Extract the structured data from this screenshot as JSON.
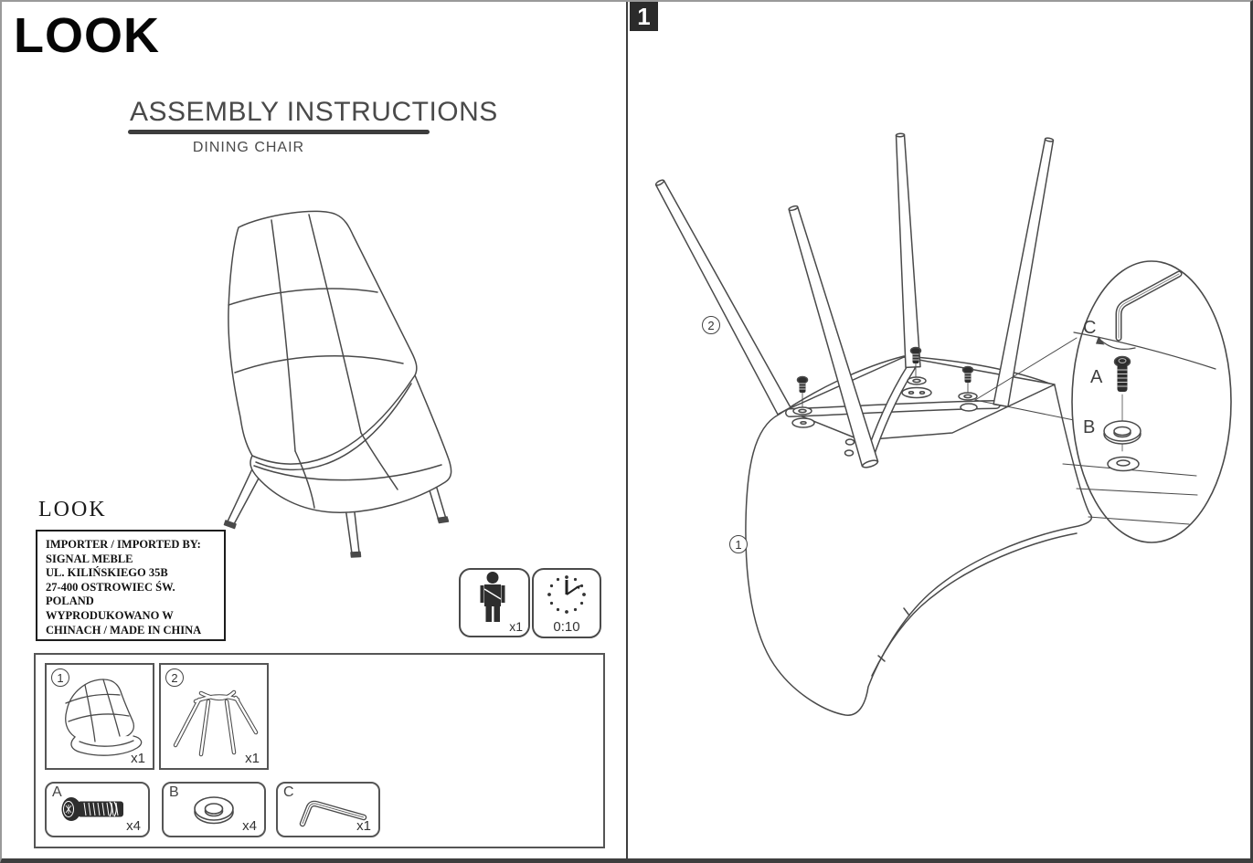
{
  "left_page": {
    "logo": "LOOK",
    "title": "ASSEMBLY INSTRUCTIONS",
    "subtitle": "DINING CHAIR",
    "brand_mark": "LOOK",
    "importer": {
      "lines": [
        "IMPORTER / IMPORTED BY:",
        "SIGNAL MEBLE",
        "UL. KILIŃSKIEGO 35B",
        "27-400 OSTROWIEC ŚW.",
        "POLAND",
        "WYPRODUKOWANO W",
        "CHINACH / MADE IN CHINA"
      ]
    },
    "person_badge": {
      "qty": "x1"
    },
    "time_badge": {
      "duration": "0:10"
    },
    "part1": {
      "num": "1",
      "qty": "x1"
    },
    "part2": {
      "num": "2",
      "qty": "x1"
    },
    "hw_a": {
      "id": "A",
      "qty": "x4"
    },
    "hw_b": {
      "id": "B",
      "qty": "x4"
    },
    "hw_c": {
      "id": "C",
      "qty": "x1"
    }
  },
  "right_page": {
    "step": "1",
    "label_part1": "1",
    "label_part2": "2",
    "label_a": "A",
    "label_b": "B",
    "label_c": "C"
  },
  "colors": {
    "line_art": "#4a4a4a",
    "ink": "#111111",
    "badge_bg": "#2b2b2b"
  }
}
